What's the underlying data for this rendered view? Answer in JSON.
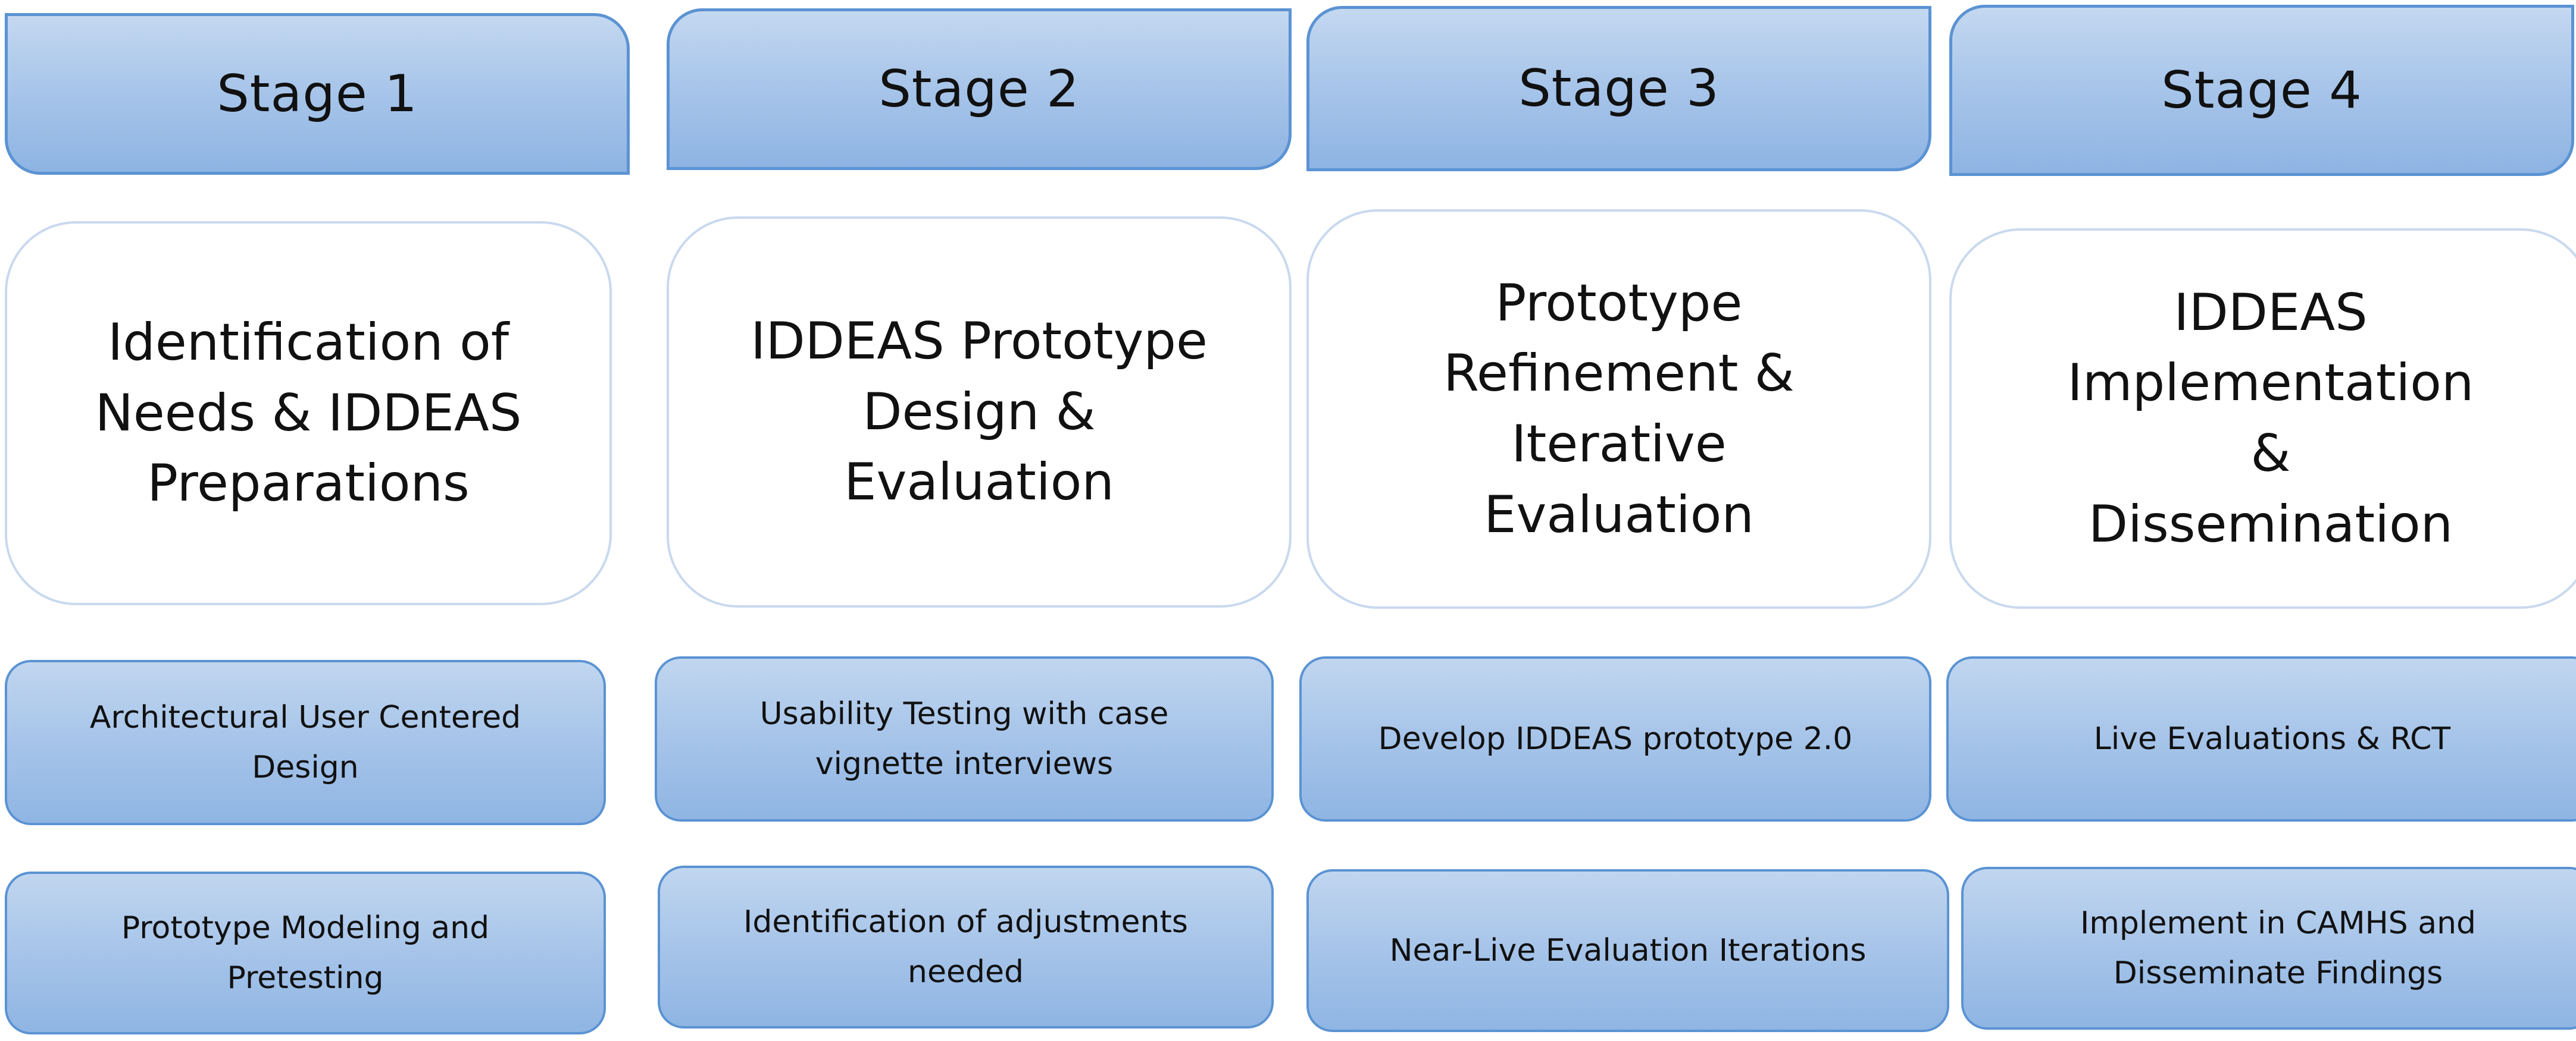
{
  "stages": [
    {
      "header": "Stage 1",
      "title": "Identification of Needs & IDDEAS Preparations",
      "activities": [
        "Architectural User Centered Design",
        "Prototype Modeling and Pretesting"
      ]
    },
    {
      "header": "Stage 2",
      "title": "IDDEAS Prototype Design & Evaluation",
      "activities": [
        "Usability Testing with case vignette interviews",
        "Identification of adjustments needed"
      ]
    },
    {
      "header": "Stage 3",
      "title": "Prototype Refinement & Iterative Evaluation",
      "activities": [
        "Develop IDDEAS prototype 2.0",
        "Near-Live Evaluation Iterations"
      ]
    },
    {
      "header": "Stage 4",
      "title": "IDDEAS Implementation & Dissemination",
      "activities": [
        "Live Evaluations & RCT",
        "Implement in CAMHS and Disseminate Findings"
      ]
    }
  ],
  "colors": {
    "box_fill_top": "#c4d8f0",
    "box_fill_bottom": "#8eb4e3",
    "box_border": "#5b93d3",
    "title_border": "#c9d9ee",
    "text": "#111111"
  }
}
